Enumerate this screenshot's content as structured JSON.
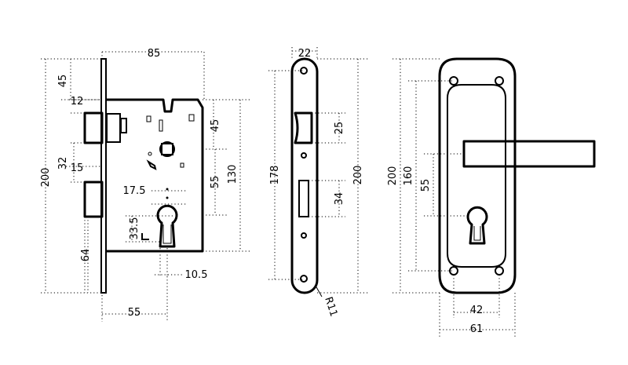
{
  "lock_body": {
    "dims": {
      "width": "85",
      "height": "200",
      "latch_offset": "45",
      "latch_protrusion": "12",
      "spacing": "32",
      "bolt_protrusion": "15",
      "cylinder_offset": "17.5",
      "inner_height": "33.5",
      "bottom": "64",
      "backset": "55",
      "upper_section": "45",
      "middle_section": "55",
      "case_height": "130",
      "pin_distance": "10.5"
    }
  },
  "faceplate": {
    "dims": {
      "width": "22",
      "hole_spacing": "178",
      "height": "200",
      "latch_slot": "25",
      "bolt_slot": "34",
      "radius": "R11"
    }
  },
  "handle": {
    "dims": {
      "height": "200",
      "hole_spacing": "160",
      "lever_to_key": "55",
      "hole_width": "42",
      "plate_width": "61"
    }
  }
}
